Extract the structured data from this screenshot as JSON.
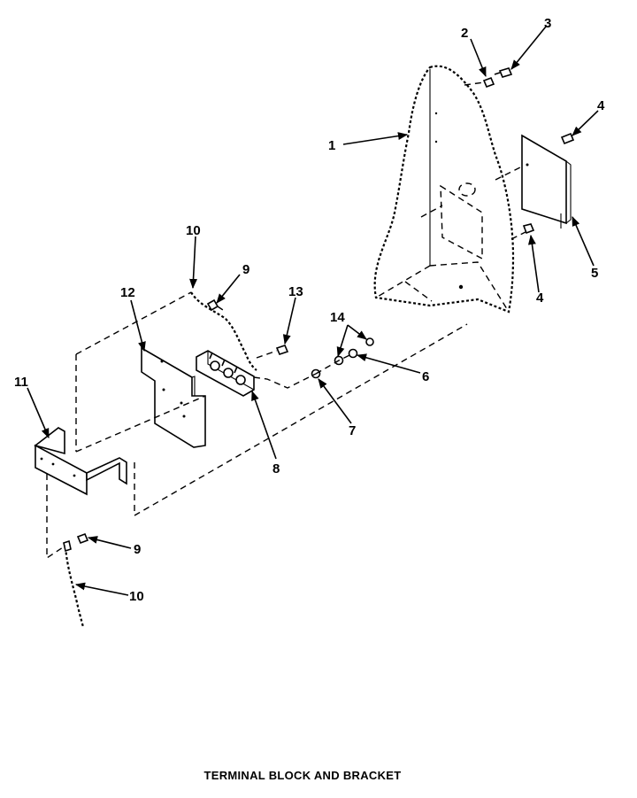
{
  "diagram": {
    "caption": "TERMINAL BLOCK AND BRACKET",
    "callouts": {
      "c1": "1",
      "c2": "2",
      "c3": "3",
      "c4a": "4",
      "c4b": "4",
      "c5": "5",
      "c6": "6",
      "c7": "7",
      "c8": "8",
      "c9a": "9",
      "c9b": "9",
      "c10a": "10",
      "c10b": "10",
      "c11": "11",
      "c12": "12",
      "c13": "13",
      "c14": "14"
    }
  }
}
